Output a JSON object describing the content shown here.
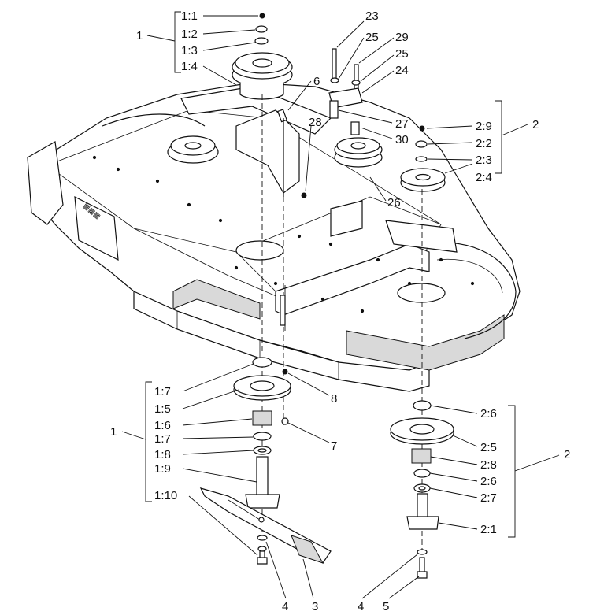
{
  "callouts": {
    "top_left": {
      "group": "1",
      "items": [
        "1:1",
        "1:2",
        "1:3",
        "1:4"
      ]
    },
    "top_center": [
      "23",
      "25",
      "29",
      "25",
      "24",
      "27",
      "30",
      "26",
      "28",
      "6"
    ],
    "top_right": {
      "group": "2",
      "items": [
        "2:9",
        "2:2",
        "2:3",
        "2:4"
      ]
    },
    "bottom_left": {
      "group": "1",
      "items": [
        "1:7",
        "1:5",
        "1:6",
        "1:7",
        "1:8",
        "1:9",
        "1:10"
      ]
    },
    "bottom_center": [
      "8",
      "7"
    ],
    "bottom_right": {
      "group": "2",
      "items": [
        "2:6",
        "2:5",
        "2:8",
        "2:6",
        "2:7",
        "2:1"
      ]
    },
    "bottom_numbers": [
      "4",
      "3",
      "4",
      "5"
    ]
  }
}
